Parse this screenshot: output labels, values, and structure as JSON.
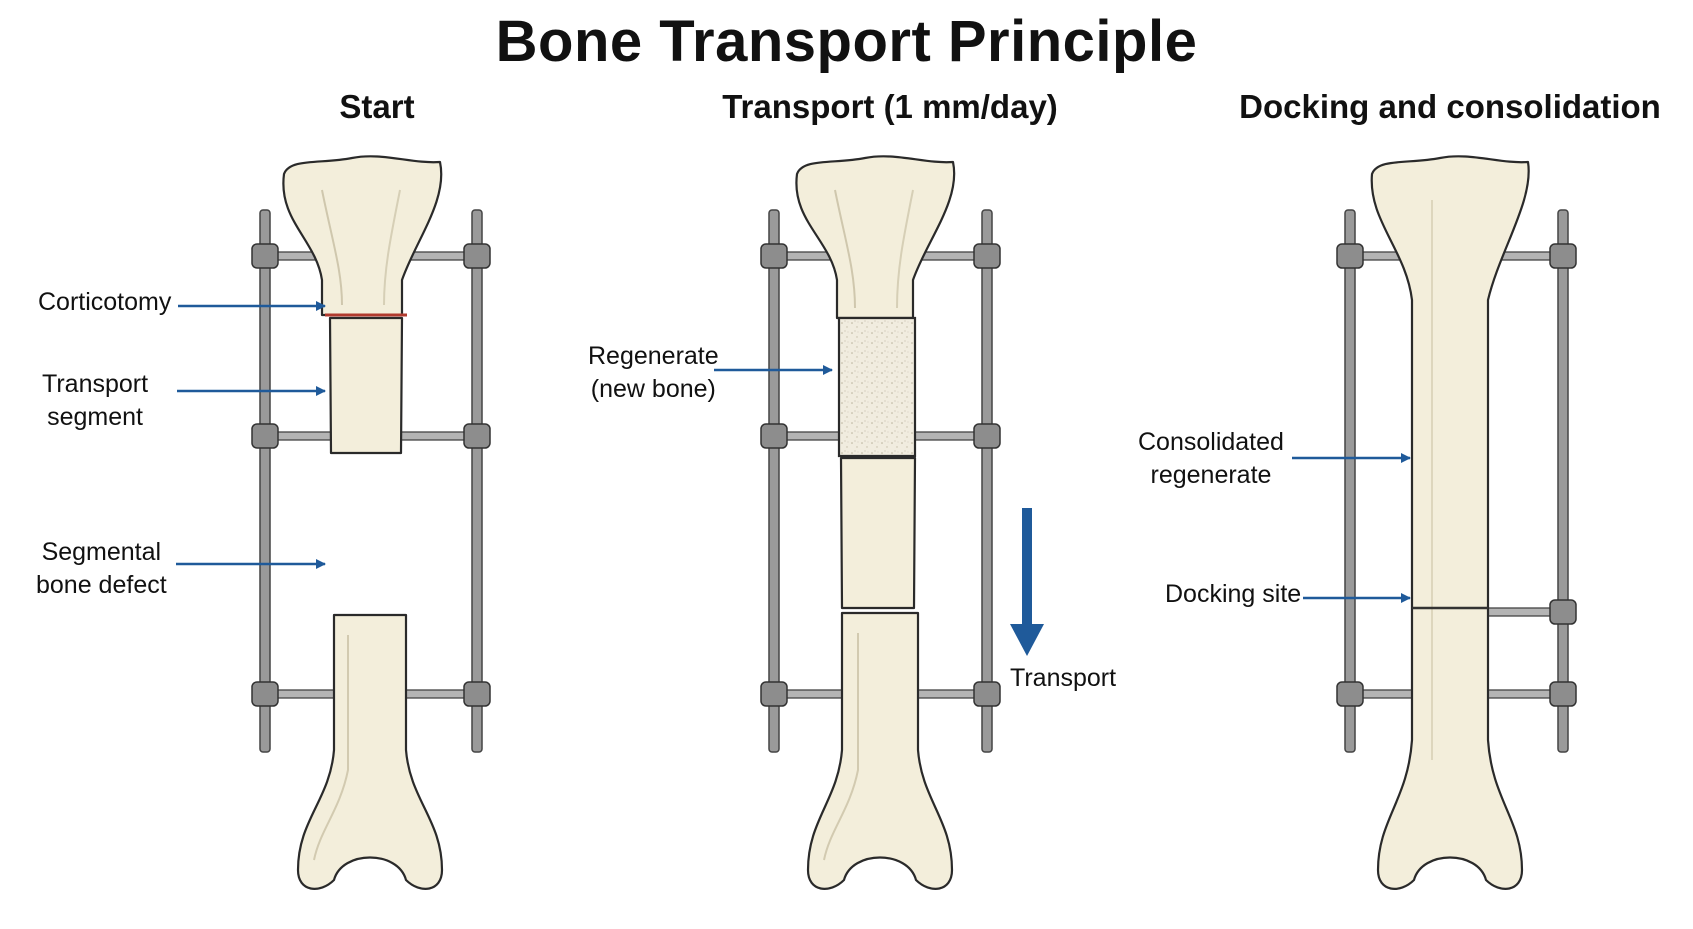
{
  "title": "Bone Transport Principle",
  "colors": {
    "bone_fill": "#f3eedb",
    "bone_stroke": "#2a2a2a",
    "rod_fill": "#9a9a9a",
    "arrow": "#1f5a9a",
    "corticotomy_line": "#b03a2e"
  },
  "panels": [
    {
      "title": "Start",
      "labels": [
        {
          "lines": [
            "Corticotomy"
          ]
        },
        {
          "lines": [
            "Transport",
            "segment"
          ]
        },
        {
          "lines": [
            "Segmental",
            "bone defect"
          ]
        }
      ]
    },
    {
      "title": "Transport (1 mm/day)",
      "labels": [
        {
          "lines": [
            "Regenerate",
            "(new bone)"
          ]
        },
        {
          "lines": [
            "Transport"
          ]
        }
      ]
    },
    {
      "title": "Docking and consolidation",
      "labels": [
        {
          "lines": [
            "Consolidated",
            "regenerate"
          ]
        },
        {
          "lines": [
            "Docking site"
          ]
        }
      ]
    }
  ]
}
